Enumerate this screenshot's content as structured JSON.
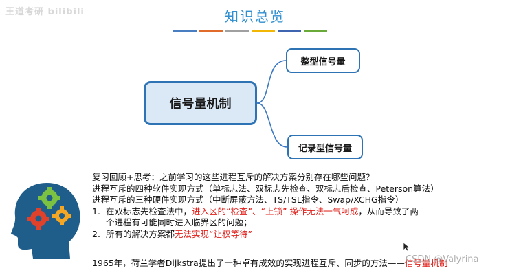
{
  "logo": {
    "text": "王道考研 bilibili"
  },
  "title": "知识总览",
  "accent_colors": [
    "#4a7ec2",
    "#e06b2a",
    "#a0a0a0",
    "#f2b705",
    "#3f64b0",
    "#6aaa3a"
  ],
  "mindmap": {
    "center": "信号量机制",
    "branches": [
      "整型信号量",
      "记录型信号量"
    ]
  },
  "content": {
    "line1": "复习回顾+思考：之前学习的这些进程互斥的解决方案分别存在哪些问题？",
    "line2": "进程互斥的四种软件实现方式（单标志法、双标志先检查、双标志后检查、Peterson算法）",
    "line3": "进程互斥的三种硬件实现方式（中断屏蔽方法、TS/TSL指令、Swap/XCHG指令）",
    "item1": {
      "num": "1.",
      "pre": "在双标志先检查法中，",
      "red": "进入区的“检查”、“上锁” 操作无法一气呵成",
      "post": "，从而导致了两",
      "cont": "个进程有可能同时进入临界区的问题；"
    },
    "item2": {
      "num": "2.",
      "pre": "所有的解决方案都",
      "red": "无法实现“让权等待”"
    },
    "bottom": {
      "pre": "1965年，荷兰学者Dijkstra提出了一种卓有成效的实现进程互斥、同步的方法——",
      "red": "信号量机制"
    }
  },
  "watermark": "CSDN @Valyrina",
  "illustration": {
    "name": "head-with-gears-icon"
  }
}
